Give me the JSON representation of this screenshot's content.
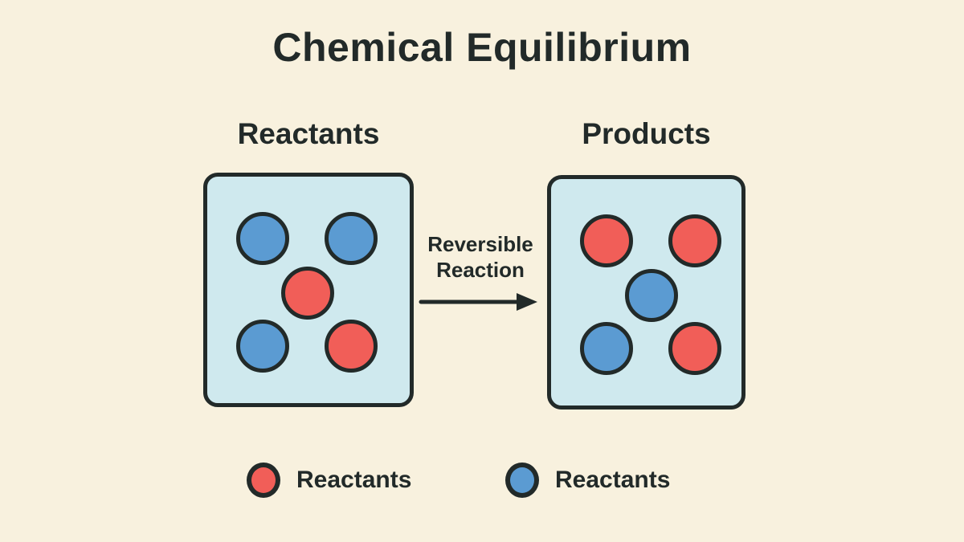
{
  "title": "Chemical Equilibrium",
  "colors": {
    "background": "#f8f1de",
    "panel_fill": "#cfe9ee",
    "ink": "#222a29",
    "red": "#f15e58",
    "blue": "#5b9bd2"
  },
  "panels": [
    {
      "label": "Reactants",
      "molecules": [
        {
          "color": "blue",
          "pos": "top-left"
        },
        {
          "color": "blue",
          "pos": "top-right"
        },
        {
          "color": "red",
          "pos": "center"
        },
        {
          "color": "blue",
          "pos": "bottom-left"
        },
        {
          "color": "red",
          "pos": "bottom-right"
        }
      ]
    },
    {
      "label": "Products",
      "molecules": [
        {
          "color": "red",
          "pos": "top-left"
        },
        {
          "color": "red",
          "pos": "top-right"
        },
        {
          "color": "blue",
          "pos": "center"
        },
        {
          "color": "blue",
          "pos": "bottom-left"
        },
        {
          "color": "red",
          "pos": "bottom-right"
        }
      ]
    }
  ],
  "arrow": {
    "label": "Reversible Reaction"
  },
  "legend": [
    {
      "swatch": "red",
      "label": "Reactants"
    },
    {
      "swatch": "blue",
      "label": "Reactants"
    }
  ]
}
